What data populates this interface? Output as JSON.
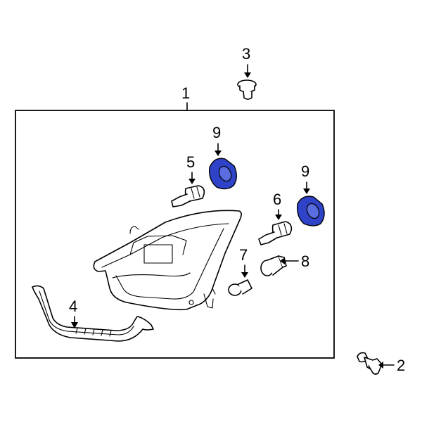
{
  "callouts": {
    "c1": "1",
    "c2": "2",
    "c3": "3",
    "c4": "4",
    "c5": "5",
    "c6": "6",
    "c7": "7",
    "c8": "8",
    "c9a": "9",
    "c9b": "9"
  },
  "colors": {
    "highlight": "#2f43c8",
    "line": "#000000",
    "background": "#ffffff"
  }
}
